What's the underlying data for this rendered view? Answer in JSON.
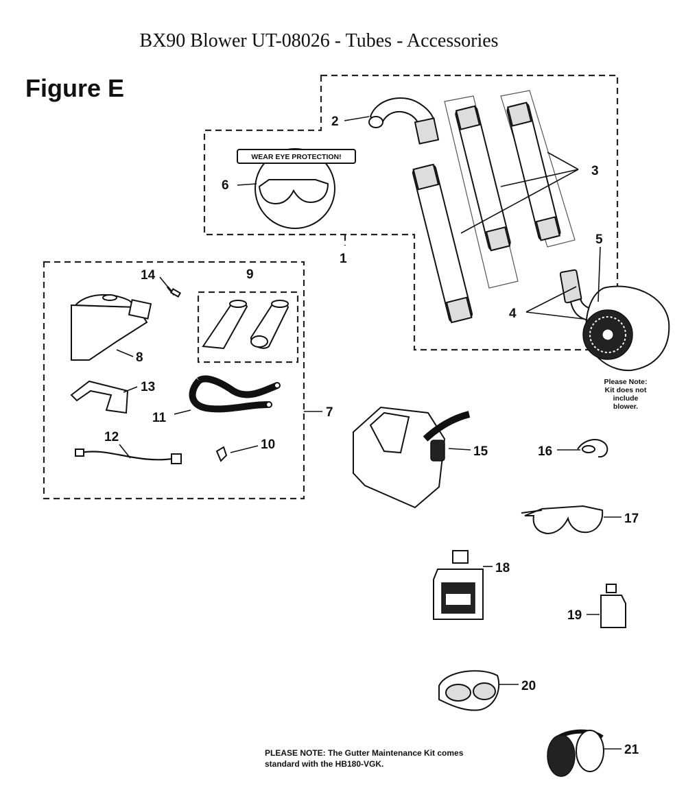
{
  "title": "BX90 Blower UT-08026 - Tubes - Accessories",
  "figure_label": "Figure E",
  "warning_label": "WEAR EYE PROTECTION!",
  "blower_note": [
    "Please Note:",
    "Kit does not",
    "include",
    "blower."
  ],
  "bottom_note": [
    "PLEASE NOTE: The Gutter Maintenance Kit comes",
    "standard with the HB180-VGK."
  ],
  "callouts": [
    "1",
    "2",
    "3",
    "4",
    "5",
    "6",
    "7",
    "8",
    "9",
    "10",
    "11",
    "12",
    "13",
    "14",
    "15",
    "16",
    "17",
    "18",
    "19",
    "20",
    "21"
  ]
}
